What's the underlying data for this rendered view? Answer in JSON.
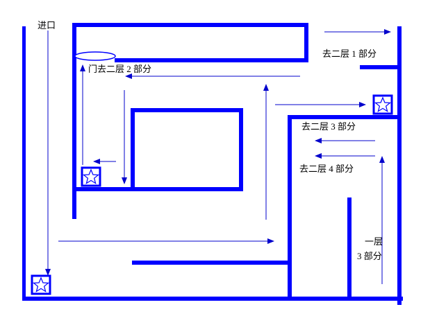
{
  "labels": {
    "entrance": "进口",
    "door_to_part2": "门去二层 2 部分",
    "to_part1": "去二层 1 部分",
    "to_part3": "去二层 3 部分",
    "to_part4": "去二层 4 部分",
    "floor1_line1": "一层",
    "floor1_line2": "3 部分"
  },
  "colors": {
    "wall": "#0000ff",
    "arrow": "#0000cc",
    "text": "#000000",
    "background": "#ffffff"
  },
  "icons": {
    "star": "star-marker-icon",
    "door": "door-ellipse-icon"
  }
}
